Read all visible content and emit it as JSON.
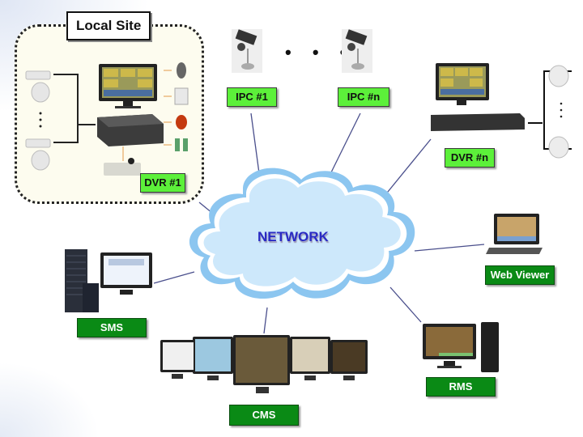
{
  "diagram": {
    "title": "Local Site",
    "center": "NETWORK",
    "colors": {
      "label_light": "#5cf03a",
      "label_dark": "#0a8a15",
      "cloud_fill": "#cde8fb",
      "cloud_edge": "#8cc6f0",
      "network_text": "#2a2bc4",
      "link_line": "#4a4f8c"
    },
    "nodes": [
      {
        "id": "dvr1",
        "label": "DVR #1",
        "icon": "dvr-recorder-icon"
      },
      {
        "id": "ipc1",
        "label": "IPC #1",
        "icon": "ip-camera-icon"
      },
      {
        "id": "ipcn",
        "label": "IPC #n",
        "icon": "ip-camera-icon"
      },
      {
        "id": "dvrn",
        "label": "DVR #n",
        "icon": "dvr-recorder-icon"
      },
      {
        "id": "webviewer",
        "label": "Web Viewer",
        "icon": "laptop-icon"
      },
      {
        "id": "rms",
        "label": "RMS",
        "icon": "desktop-pc-icon"
      },
      {
        "id": "cms",
        "label": "CMS",
        "icon": "monitor-array-icon"
      },
      {
        "id": "sms",
        "label": "SMS",
        "icon": "server-icon"
      }
    ],
    "ellipsis": "• • •",
    "vertical_ellipsis": "⋮"
  }
}
